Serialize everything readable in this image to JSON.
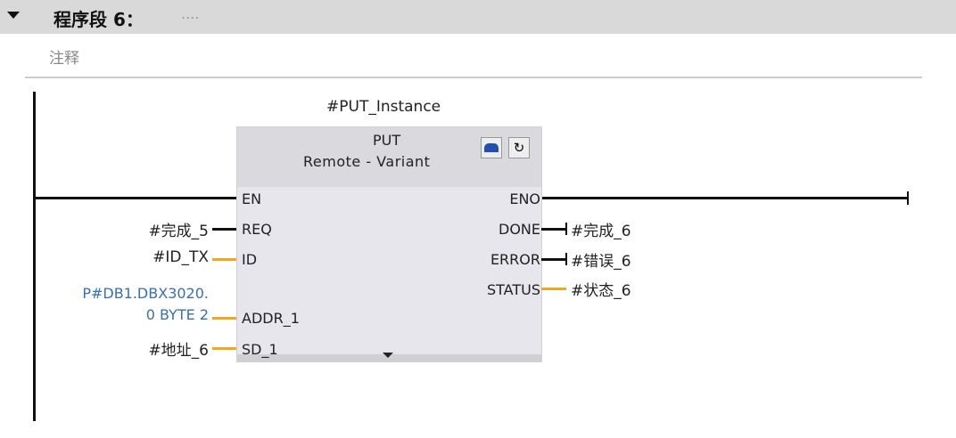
{
  "network": {
    "title": "程序段 6：",
    "title_placeholder": "....",
    "comment": "注释"
  },
  "block": {
    "instance": "#PUT_Instance",
    "name": "PUT",
    "subtitle": "Remote  -  Variant",
    "icons": [
      "remote-icon",
      "diagnostics-icon"
    ],
    "inputs": [
      {
        "pin": "EN",
        "operand": ""
      },
      {
        "pin": "REQ",
        "operand": "#完成_5"
      },
      {
        "pin": "ID",
        "operand": "#ID_TX"
      },
      {
        "pin": "ADDR_1",
        "operand_line1": "P#DB1.DBX3020.",
        "operand_line2": "0 BYTE 2"
      },
      {
        "pin": "SD_1",
        "operand": "#地址_6"
      }
    ],
    "outputs": [
      {
        "pin": "ENO",
        "operand": ""
      },
      {
        "pin": "DONE",
        "operand": "#完成_6"
      },
      {
        "pin": "ERROR",
        "operand": "#错误_6"
      },
      {
        "pin": "STATUS",
        "operand": "#状态_6"
      }
    ]
  },
  "colors": {
    "bool_wire": "#111111",
    "data_wire": "#f0a820",
    "pointer_text": "#3a6fb0"
  }
}
